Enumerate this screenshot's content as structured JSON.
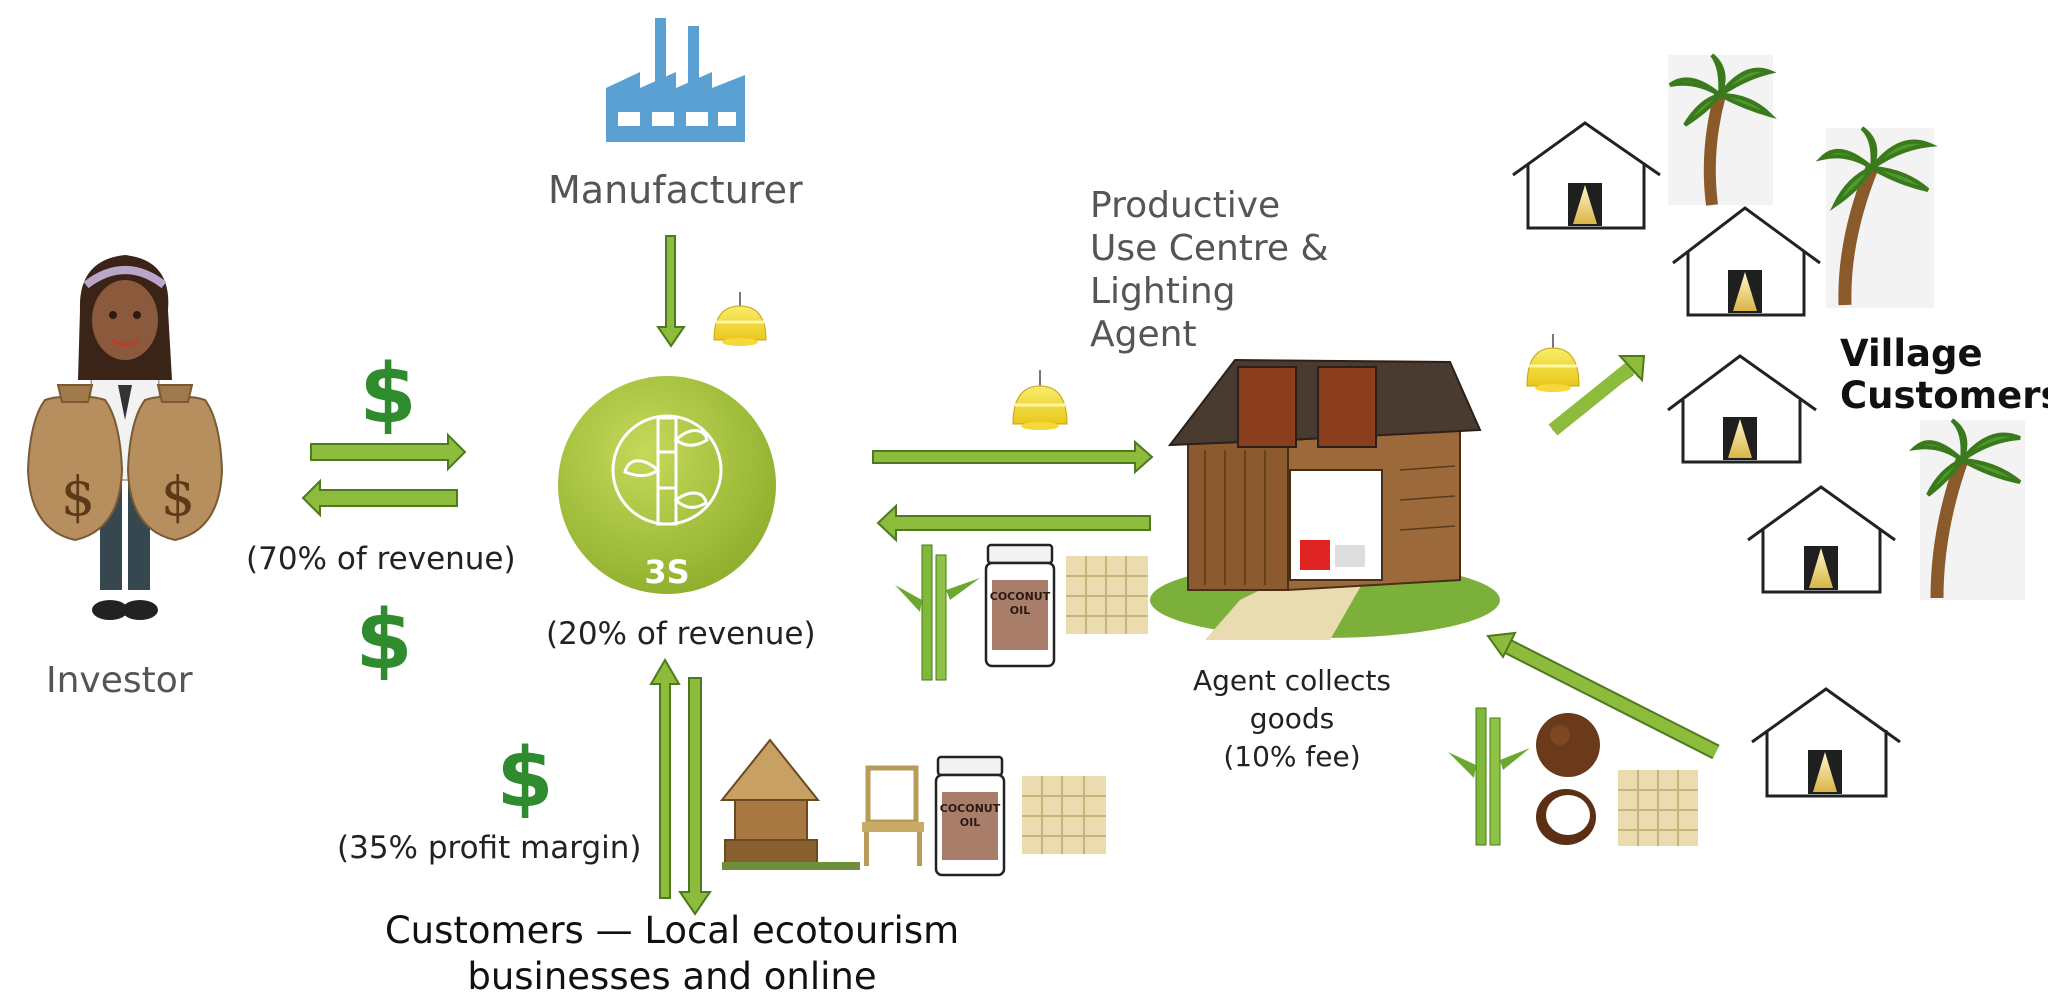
{
  "labels": {
    "manufacturer": "Manufacturer",
    "investor": "Investor",
    "pucla_line1": "Productive",
    "pucla_line2": "Use Centre &",
    "pucla_line3": "Lighting",
    "pucla_line4": "Agent",
    "village_line1": "Village",
    "village_line2": "Customers",
    "revenue70": "(70% of revenue)",
    "revenue20": "(20% of revenue)",
    "profit35": "(35% profit margin)",
    "agent_line1": "Agent collects",
    "agent_line2": "goods",
    "agent_line3": "(10% fee)",
    "customers_line1": "Customers — Local ecotourism",
    "customers_line2": "businesses and online",
    "logo_text": "3S",
    "dollar": "$",
    "coconut_oil_1": "COCONUT",
    "coconut_oil_2": "OIL"
  },
  "colors": {
    "arrow_green": "#8dbb3b",
    "arrow_outline": "#4d7a1f",
    "logo_green": "#a3c03c",
    "factory_blue": "#5aa0d2",
    "dollar_green": "#2e8b2e",
    "palm_green": "#4f9a2c",
    "trunk_brown": "#8a5a2b",
    "hut_wood": "#8b5a2f",
    "roof_dark": "#4a3b30"
  }
}
